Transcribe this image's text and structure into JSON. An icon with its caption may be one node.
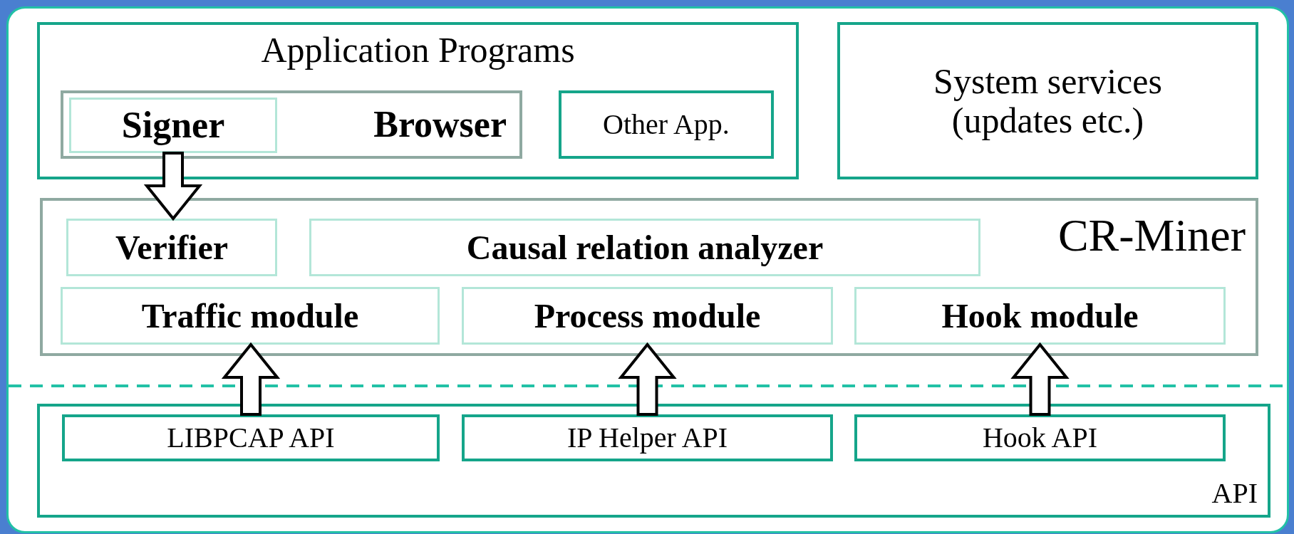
{
  "diagram": {
    "nodes": [
      {
        "text": [
          "Application Programs"
        ]
      },
      {
        "text": [
          "Browser"
        ],
        "in": 0
      },
      {
        "text": [
          "Signer"
        ],
        "in": 1
      },
      {
        "text": [
          "Other App."
        ],
        "in": 0
      },
      {
        "text": [
          "System services (updates etc.)"
        ]
      },
      {
        "text": [
          "CR-Miner"
        ]
      },
      {
        "text": [
          "Verifier"
        ],
        "in": 5
      },
      {
        "text": [
          "Causal relation analyzer"
        ],
        "in": 5
      },
      {
        "text": [
          "Traffic module"
        ],
        "in": 5
      },
      {
        "text": [
          "Process module"
        ],
        "in": 5
      },
      {
        "text": [
          "Hook module"
        ],
        "in": 5
      },
      {
        "text": [
          "API"
        ]
      },
      {
        "text": [
          "LIBPCAP API"
        ],
        "in": 11
      },
      {
        "text": [
          "IP Helper API"
        ],
        "in": 11
      },
      {
        "text": [
          "Hook API"
        ],
        "in": 11
      }
    ],
    "edges": [
      {
        "from": 2,
        "to": 6,
        "arrow": "to"
      },
      {
        "from": 12,
        "to": 8,
        "arrow": "to"
      },
      {
        "from": 13,
        "to": 9,
        "arrow": "to"
      },
      {
        "from": 14,
        "to": 10,
        "arrow": "to"
      }
    ]
  }
}
